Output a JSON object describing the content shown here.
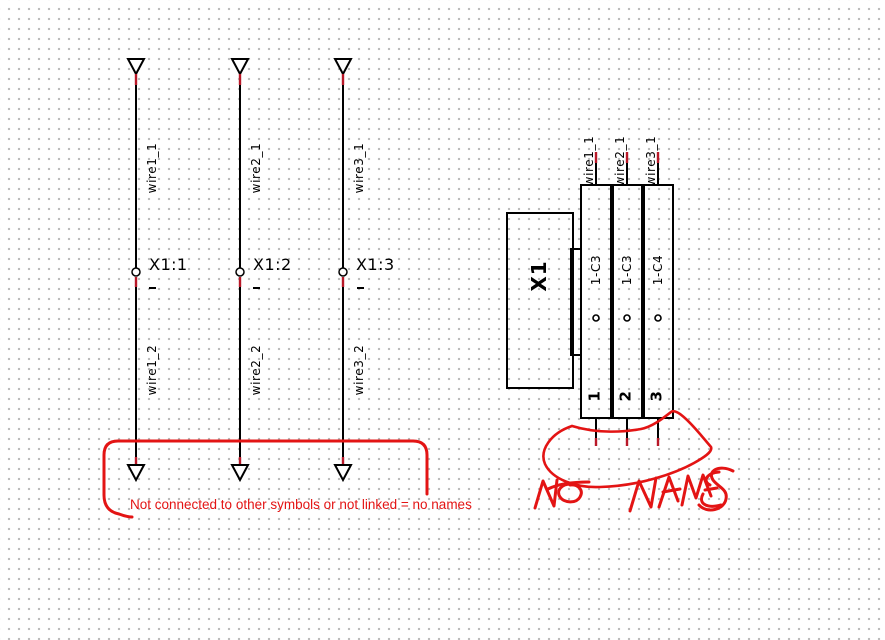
{
  "colors": {
    "wire": "#000000",
    "unconnected_tip": "#b81828",
    "annotation_red": "#e31414",
    "grid_dot": "#b9b9b9",
    "background": "#ffffff"
  },
  "left_diagram": {
    "wires": [
      {
        "top_label": "wire1_1",
        "terminal": "X1:1",
        "bottom_label": "wire1_2"
      },
      {
        "top_label": "wire2_1",
        "terminal": "X1:2",
        "bottom_label": "wire2_2"
      },
      {
        "top_label": "wire3_1",
        "terminal": "X1:3",
        "bottom_label": "wire3_2"
      }
    ],
    "note": "Not connected to other symbols or not linked = no names"
  },
  "terminal_block": {
    "label": "X1",
    "columns": [
      {
        "wire_label": "wire1_1",
        "cable": "1-C3",
        "terminal_number": "1"
      },
      {
        "wire_label": "wire2_1",
        "cable": "1-C3",
        "terminal_number": "2"
      },
      {
        "wire_label": "wire3_1",
        "cable": "1-C4",
        "terminal_number": "3"
      }
    ],
    "handwritten_note": "NO NAMES"
  }
}
